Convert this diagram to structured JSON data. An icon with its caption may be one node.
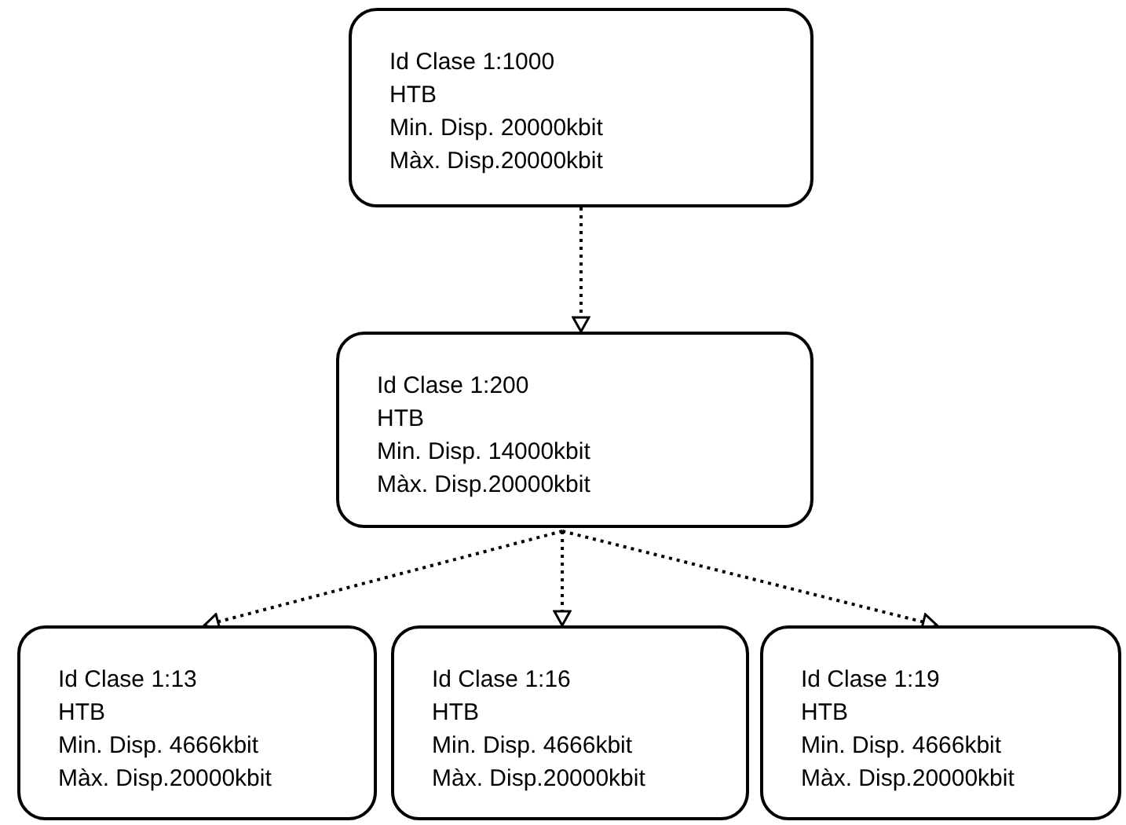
{
  "diagram": {
    "nodes": [
      {
        "text": [
          "Id Clase 1:1000",
          "HTB",
          "Min. Disp. 20000kbit",
          "Màx. Disp.20000kbit"
        ]
      },
      {
        "text": [
          "Id Clase 1:200",
          "HTB",
          "Min. Disp. 14000kbit",
          "Màx. Disp.20000kbit"
        ]
      },
      {
        "text": [
          "Id Clase 1:13",
          "HTB",
          "Min. Disp. 4666kbit",
          "Màx. Disp.20000kbit"
        ]
      },
      {
        "text": [
          "Id Clase 1:16",
          "HTB",
          "Min. Disp. 4666kbit",
          "Màx. Disp.20000kbit"
        ]
      },
      {
        "text": [
          "Id Clase 1:19",
          "HTB",
          "Min. Disp. 4666kbit",
          "Màx. Disp.20000kbit"
        ]
      }
    ],
    "edges": [
      {
        "from": 0,
        "to": 1,
        "arrow": "to",
        "style": "dashed"
      },
      {
        "from": 1,
        "to": 2,
        "arrow": "to",
        "style": "dashed"
      },
      {
        "from": 1,
        "to": 3,
        "arrow": "to",
        "style": "dashed"
      },
      {
        "from": 1,
        "to": 4,
        "arrow": "to",
        "style": "dashed"
      }
    ]
  }
}
